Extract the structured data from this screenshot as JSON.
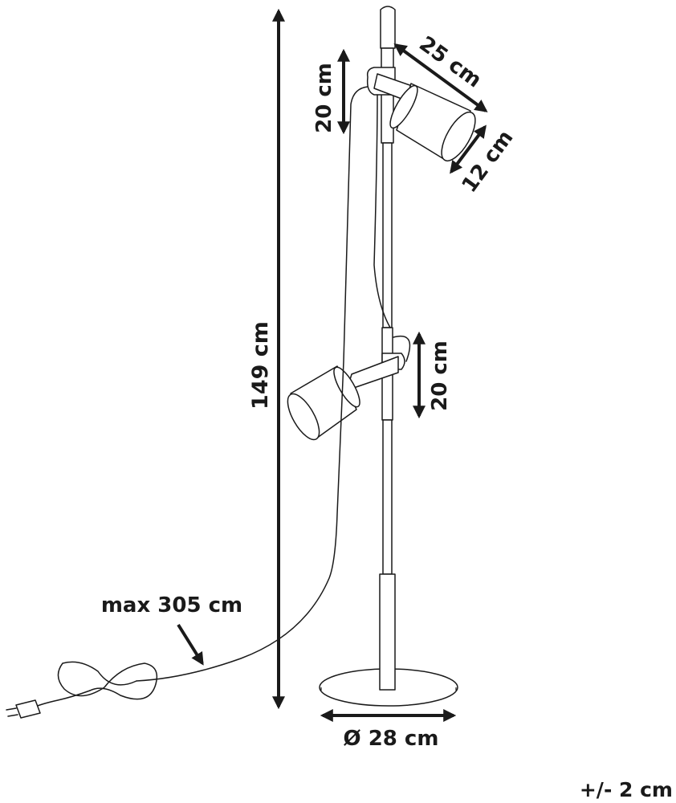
{
  "dimensions": {
    "total_height": "149 cm",
    "upper_offset": "20 cm",
    "lower_offset": "20 cm",
    "shade_length": "25 cm",
    "shade_diameter": "12 cm",
    "base_diameter": "Ø 28 cm",
    "cable_length": "max 305 cm",
    "tolerance": "+/- 2 cm"
  }
}
